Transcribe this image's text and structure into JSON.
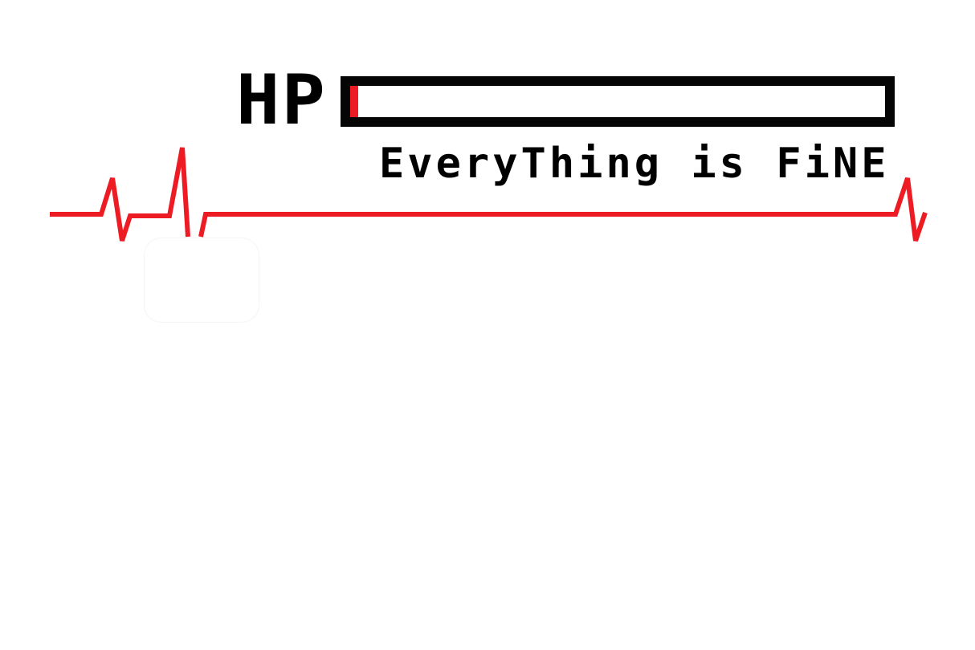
{
  "hp": {
    "label": "HP",
    "level_percent": 1.5,
    "fill_color": "#ed1c24"
  },
  "tagline": "EveryThing is FiNE",
  "ekg": {
    "color": "#ed1c24"
  }
}
